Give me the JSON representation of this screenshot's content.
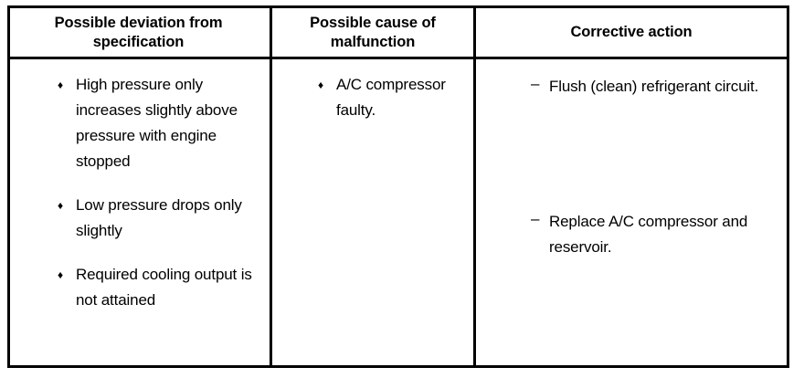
{
  "table": {
    "columns": [
      {
        "id": "deviation",
        "header": "Possible deviation from specification"
      },
      {
        "id": "cause",
        "header": "Possible cause of malfunction"
      },
      {
        "id": "action",
        "header": "Corrective action"
      }
    ],
    "deviation_items": [
      {
        "marker": "diamond-bullet",
        "marker_glyph": "♦",
        "text": "High pressure only increases slightly above pressure with engine stopped"
      },
      {
        "marker": "diamond-bullet",
        "marker_glyph": "♦",
        "text": "Low pressure drops only slightly"
      },
      {
        "marker": "diamond-bullet",
        "marker_glyph": "♦",
        "text": "Required cooling output is not attained"
      }
    ],
    "cause_items": [
      {
        "marker": "diamond-bullet",
        "marker_glyph": "♦",
        "text": "A/C compressor faulty."
      }
    ],
    "action_items": [
      {
        "marker": "dash-bullet",
        "marker_glyph": "–",
        "text": "Flush (clean) refrigerant circuit."
      },
      {
        "marker": "dash-bullet",
        "marker_glyph": "–",
        "text": "Replace A/C compressor and reservoir."
      }
    ]
  },
  "colors": {
    "background": "#ffffff",
    "text": "#000000",
    "border": "#000000"
  }
}
